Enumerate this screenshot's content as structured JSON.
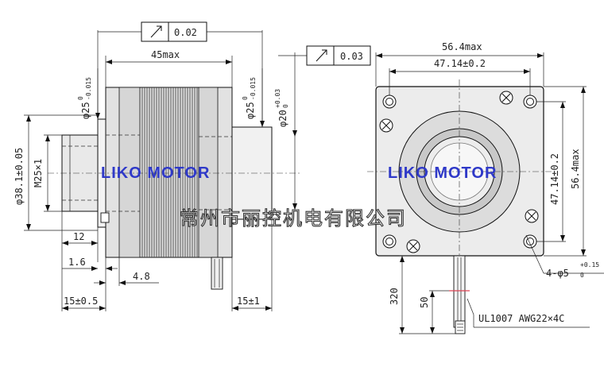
{
  "watermark": {
    "brand_left": "LIKO MOTOR",
    "brand_right": "LIKO MOTOR",
    "company": "常州市丽控机电有限公司",
    "brand_color": "#2f39c8"
  },
  "side_view": {
    "runout_tolerance_left": "0.02",
    "length_max": "45max",
    "pilot_front": "φ25",
    "pilot_front_tol_upper": "0",
    "pilot_front_tol_lower": "-0.015",
    "pilot_rear": "φ25",
    "pilot_rear_tol_upper": "0",
    "pilot_rear_tol_lower": "-0.015",
    "shaft_bore": "φ20",
    "shaft_bore_tol_upper": "+0.03",
    "shaft_bore_tol_lower": "0",
    "flange_diameter": "φ38.1±0.05",
    "thread": "M25×1",
    "thread_length": "12",
    "flange_thickness": "1.6",
    "step_offset": "4.8",
    "front_extension": "15±0.5",
    "rear_extension": "15±1"
  },
  "front_view": {
    "runout_tolerance_right": "0.03",
    "width_max": "56.4max",
    "hole_spacing_h": "47.14±0.2",
    "hole_spacing_v": "47.14±0.2",
    "height_max": "56.4max",
    "mount_holes": "4-φ5",
    "mount_holes_tol_upper": "+0.15",
    "mount_holes_tol_lower": "0",
    "lead_length": "320",
    "strip_length": "50",
    "wire_spec": "UL1007  AWG22×4C"
  }
}
